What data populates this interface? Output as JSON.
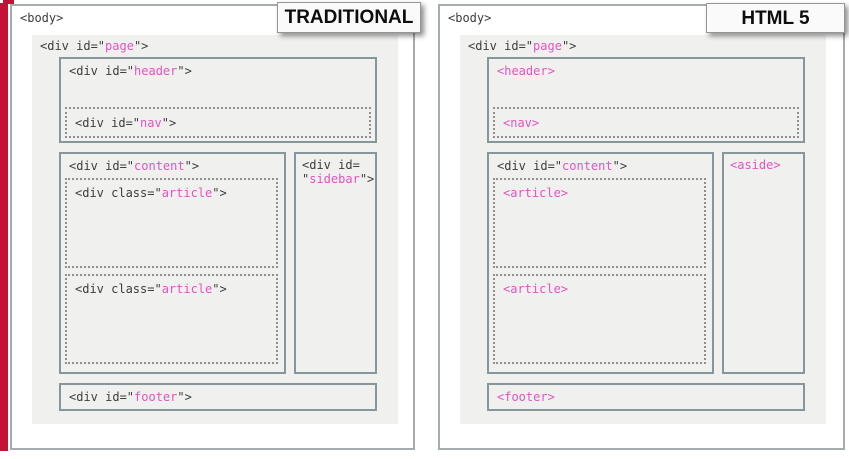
{
  "colors": {
    "value_highlight_pink": "#e453c1",
    "frame_accent_red": "#c41237",
    "box_border_gray": "#87969a",
    "page_background": "#f0f0ee"
  },
  "panels": [
    {
      "title": "TRADITIONAL",
      "labels": {
        "body": {
          "pre": "<body>"
        },
        "page": {
          "pre": "<div id=\"",
          "hl": "page",
          "post": "\">"
        },
        "header": {
          "pre": "<div id=\"",
          "hl": "header",
          "post": "\">"
        },
        "nav": {
          "pre": "<div id=\"",
          "hl": "nav",
          "post": "\">"
        },
        "content": {
          "pre": "<div id=\"",
          "hl": "content",
          "post": "\">"
        },
        "article": {
          "pre": "<div class=\"",
          "hl": "article",
          "post": "\">"
        },
        "side": {
          "pre_line": "<div id=",
          "pre": "\"",
          "hl": "sidebar",
          "post": "\">"
        },
        "footer": {
          "pre": "<div id=\"",
          "hl": "footer",
          "post": "\">"
        }
      }
    },
    {
      "title": "HTML 5",
      "labels": {
        "body": {
          "pre": "<body>"
        },
        "page": {
          "pre": "<div id=\"",
          "hl": "page",
          "post": "\">"
        },
        "header": {
          "hl": "<header>"
        },
        "nav": {
          "hl": "<nav>"
        },
        "content": {
          "pre": "<div id=\"",
          "hl": "content",
          "post": "\">"
        },
        "article": {
          "hl": "<article>"
        },
        "side": {
          "hl": "<aside>"
        },
        "footer": {
          "hl": "<footer>"
        }
      }
    }
  ]
}
